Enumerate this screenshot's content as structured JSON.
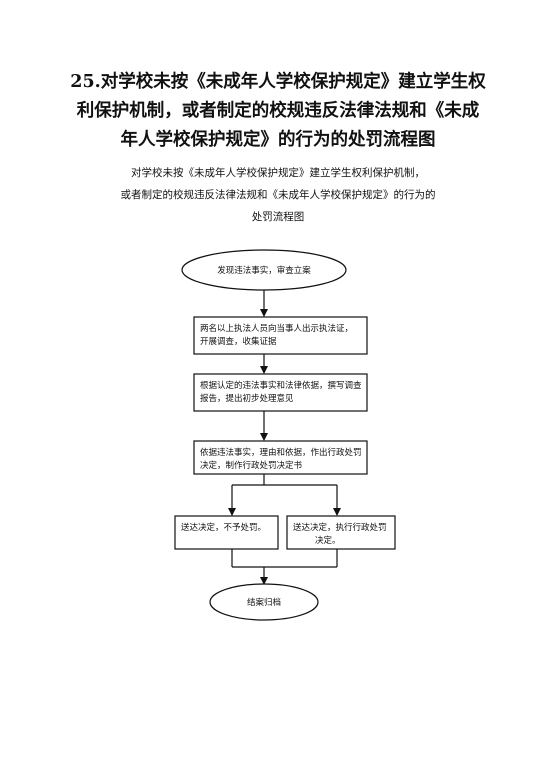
{
  "page": {
    "title_lines": [
      "25.对学校未按《未成年人学校保护规定》建立学生权",
      "利保护机制，或者制定的校规违反法律法规和《未成",
      "年人学校保护规定》的行为的处罚流程图"
    ],
    "subtitle_lines": [
      "对学校未按《未成年人学校保护规定》建立学生权利保护机制，",
      "或者制定的校规违反法律法规和《未成年人学校保护规定》的行为的",
      "处罚流程图"
    ]
  },
  "flow": {
    "start": "发现违法事实，审查立案",
    "step1": [
      "两名以上执法人员向当事人出示执法证，",
      "开展调查，收集证据"
    ],
    "step2": [
      "根据认定的违法事实和法律依据，撰写调查",
      "报告，提出初步处理意见"
    ],
    "step3": [
      "依据违法事实，理由和依据，作出行政处罚",
      "决定，制作行政处罚决定书"
    ],
    "branch_left": "送达决定，不予处罚。",
    "branch_right": [
      "送达决定，执行行政处罚",
      "决定。"
    ],
    "end": "结案归档"
  }
}
